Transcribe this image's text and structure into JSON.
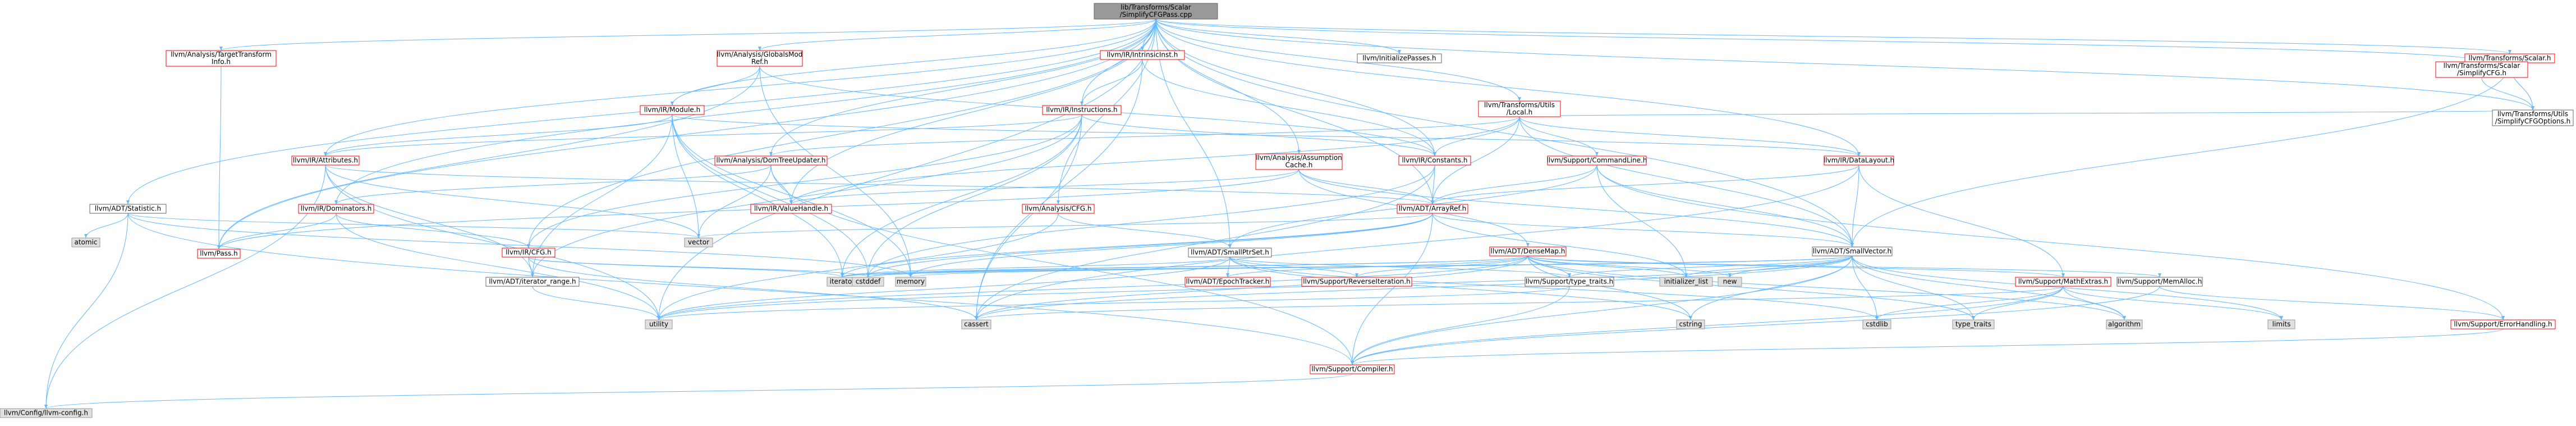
{
  "colors": {
    "root_fill": "#999999",
    "linked_fill": "#ffffff",
    "linked_border": "#ff0000",
    "system_fill": "#e0e0e0",
    "system_border": "#999999",
    "edge": "#63b8ff"
  },
  "nodes": [
    {
      "id": "root",
      "lines": [
        "lib/Transforms/Scalar",
        "/SimplifyCFGPass.cpp"
      ],
      "kind": "root"
    },
    {
      "id": "target_transform_info",
      "lines": [
        "llvm/Analysis/TargetTransform",
        "Info.h"
      ],
      "kind": "linked"
    },
    {
      "id": "globals_mod_ref",
      "lines": [
        "llvm/Analysis/GlobalsMod",
        "Ref.h"
      ],
      "kind": "linked"
    },
    {
      "id": "intrinsic_inst",
      "lines": [
        "llvm/IR/IntrinsicInst.h"
      ],
      "kind": "linked"
    },
    {
      "id": "initialize_passes",
      "lines": [
        "llvm/InitializePasses.h"
      ],
      "kind": "plain"
    },
    {
      "id": "transforms_scalar",
      "lines": [
        "llvm/Transforms/Scalar.h"
      ],
      "kind": "linked"
    },
    {
      "id": "scalar_simplify_cfg",
      "lines": [
        "llvm/Transforms/Scalar",
        "/SimplifyCFG.h"
      ],
      "kind": "linked"
    },
    {
      "id": "ir_module",
      "lines": [
        "llvm/IR/Module.h"
      ],
      "kind": "linked"
    },
    {
      "id": "ir_instructions",
      "lines": [
        "llvm/IR/Instructions.h"
      ],
      "kind": "linked"
    },
    {
      "id": "utils_local",
      "lines": [
        "llvm/Transforms/Utils",
        "/Local.h"
      ],
      "kind": "linked"
    },
    {
      "id": "simplify_cfg_options",
      "lines": [
        "llvm/Transforms/Utils",
        "/SimplifyCFGOptions.h"
      ],
      "kind": "plain"
    },
    {
      "id": "ir_attributes",
      "lines": [
        "llvm/IR/Attributes.h"
      ],
      "kind": "linked"
    },
    {
      "id": "dom_tree_updater",
      "lines": [
        "llvm/Analysis/DomTreeUpdater.h"
      ],
      "kind": "linked"
    },
    {
      "id": "assumption_cache",
      "lines": [
        "llvm/Analysis/Assumption",
        "Cache.h"
      ],
      "kind": "linked"
    },
    {
      "id": "ir_constants",
      "lines": [
        "llvm/IR/Constants.h"
      ],
      "kind": "linked"
    },
    {
      "id": "command_line",
      "lines": [
        "llvm/Support/CommandLine.h"
      ],
      "kind": "linked"
    },
    {
      "id": "data_layout",
      "lines": [
        "llvm/IR/DataLayout.h"
      ],
      "kind": "linked"
    },
    {
      "id": "adt_statistic",
      "lines": [
        "llvm/ADT/Statistic.h"
      ],
      "kind": "plain"
    },
    {
      "id": "ir_dominators",
      "lines": [
        "llvm/IR/Dominators.h"
      ],
      "kind": "linked"
    },
    {
      "id": "ir_value_handle",
      "lines": [
        "llvm/IR/ValueHandle.h"
      ],
      "kind": "linked"
    },
    {
      "id": "analysis_cfg",
      "lines": [
        "llvm/Analysis/CFG.h"
      ],
      "kind": "linked"
    },
    {
      "id": "adt_array_ref",
      "lines": [
        "llvm/ADT/ArrayRef.h"
      ],
      "kind": "linked"
    },
    {
      "id": "atomic",
      "lines": [
        "atomic"
      ],
      "kind": "system"
    },
    {
      "id": "pass",
      "lines": [
        "llvm/Pass.h"
      ],
      "kind": "linked"
    },
    {
      "id": "vector",
      "lines": [
        "vector"
      ],
      "kind": "system"
    },
    {
      "id": "ir_cfg",
      "lines": [
        "llvm/IR/CFG.h"
      ],
      "kind": "linked"
    },
    {
      "id": "small_ptr_set",
      "lines": [
        "llvm/ADT/SmallPtrSet.h"
      ],
      "kind": "plain"
    },
    {
      "id": "dense_map",
      "lines": [
        "llvm/ADT/DenseMap.h"
      ],
      "kind": "linked"
    },
    {
      "id": "small_vector",
      "lines": [
        "llvm/ADT/SmallVector.h"
      ],
      "kind": "plain"
    },
    {
      "id": "iterator_range",
      "lines": [
        "llvm/ADT/iterator_range.h"
      ],
      "kind": "plain"
    },
    {
      "id": "iterator",
      "lines": [
        "iterator"
      ],
      "kind": "system"
    },
    {
      "id": "cstddef",
      "lines": [
        "cstddef"
      ],
      "kind": "system"
    },
    {
      "id": "memory",
      "lines": [
        "memory"
      ],
      "kind": "system"
    },
    {
      "id": "epoch_tracker",
      "lines": [
        "llvm/ADT/EpochTracker.h"
      ],
      "kind": "linked"
    },
    {
      "id": "reverse_iteration",
      "lines": [
        "llvm/Support/ReverseIteration.h"
      ],
      "kind": "linked"
    },
    {
      "id": "type_traits_h",
      "lines": [
        "llvm/Support/type_traits.h"
      ],
      "kind": "plain"
    },
    {
      "id": "initializer_list",
      "lines": [
        "initializer_list"
      ],
      "kind": "system"
    },
    {
      "id": "new",
      "lines": [
        "new"
      ],
      "kind": "system"
    },
    {
      "id": "math_extras",
      "lines": [
        "llvm/Support/MathExtras.h"
      ],
      "kind": "linked"
    },
    {
      "id": "mem_alloc",
      "lines": [
        "llvm/Support/MemAlloc.h"
      ],
      "kind": "plain"
    },
    {
      "id": "utility",
      "lines": [
        "utility"
      ],
      "kind": "system"
    },
    {
      "id": "cassert",
      "lines": [
        "cassert"
      ],
      "kind": "system"
    },
    {
      "id": "cstring",
      "lines": [
        "cstring"
      ],
      "kind": "system"
    },
    {
      "id": "cstdlib",
      "lines": [
        "cstdlib"
      ],
      "kind": "system"
    },
    {
      "id": "type_traits",
      "lines": [
        "type_traits"
      ],
      "kind": "system"
    },
    {
      "id": "algorithm",
      "lines": [
        "algorithm"
      ],
      "kind": "system"
    },
    {
      "id": "limits",
      "lines": [
        "limits"
      ],
      "kind": "system"
    },
    {
      "id": "error_handling",
      "lines": [
        "llvm/Support/ErrorHandling.h"
      ],
      "kind": "linked"
    },
    {
      "id": "compiler",
      "lines": [
        "llvm/Support/Compiler.h"
      ],
      "kind": "linked"
    },
    {
      "id": "llvm_config",
      "lines": [
        "llvm/Config/llvm-config.h"
      ],
      "kind": "system"
    }
  ],
  "edges": [
    [
      "root",
      "target_transform_info"
    ],
    [
      "root",
      "globals_mod_ref"
    ],
    [
      "root",
      "intrinsic_inst"
    ],
    [
      "root",
      "initialize_passes"
    ],
    [
      "root",
      "transforms_scalar"
    ],
    [
      "root",
      "scalar_simplify_cfg"
    ],
    [
      "root",
      "ir_module"
    ],
    [
      "root",
      "ir_instructions"
    ],
    [
      "root",
      "utils_local"
    ],
    [
      "root",
      "simplify_cfg_options"
    ],
    [
      "root",
      "ir_attributes"
    ],
    [
      "root",
      "dom_tree_updater"
    ],
    [
      "root",
      "assumption_cache"
    ],
    [
      "root",
      "ir_constants"
    ],
    [
      "root",
      "data_layout"
    ],
    [
      "root",
      "adt_statistic"
    ],
    [
      "root",
      "ir_dominators"
    ],
    [
      "root",
      "ir_value_handle"
    ],
    [
      "root",
      "analysis_cfg"
    ],
    [
      "root",
      "adt_array_ref"
    ],
    [
      "root",
      "pass"
    ],
    [
      "root",
      "ir_cfg"
    ],
    [
      "root",
      "small_ptr_set"
    ],
    [
      "root",
      "small_vector"
    ],
    [
      "root",
      "utility"
    ],
    [
      "target_transform_info",
      "pass"
    ],
    [
      "globals_mod_ref",
      "ir_module"
    ],
    [
      "globals_mod_ref",
      "ir_constants"
    ],
    [
      "globals_mod_ref",
      "pass"
    ],
    [
      "globals_mod_ref",
      "memory"
    ],
    [
      "intrinsic_inst",
      "ir_instructions"
    ],
    [
      "intrinsic_inst",
      "ir_constants"
    ],
    [
      "intrinsic_inst",
      "cassert"
    ],
    [
      "transforms_scalar",
      "simplify_cfg_options"
    ],
    [
      "transforms_scalar",
      "small_vector"
    ],
    [
      "scalar_simplify_cfg",
      "simplify_cfg_options"
    ],
    [
      "ir_module",
      "ir_attributes"
    ],
    [
      "ir_module",
      "data_layout"
    ],
    [
      "ir_module",
      "iterator_range"
    ],
    [
      "ir_module",
      "vector"
    ],
    [
      "ir_module",
      "cstddef"
    ],
    [
      "ir_module",
      "memory"
    ],
    [
      "ir_module",
      "iterator"
    ],
    [
      "ir_instructions",
      "ir_attributes"
    ],
    [
      "ir_instructions",
      "ir_constants"
    ],
    [
      "ir_instructions",
      "ir_cfg"
    ],
    [
      "ir_instructions",
      "iterator_range"
    ],
    [
      "ir_instructions",
      "cassert"
    ],
    [
      "ir_instructions",
      "cstddef"
    ],
    [
      "ir_instructions",
      "iterator"
    ],
    [
      "utils_local",
      "command_line"
    ],
    [
      "utils_local",
      "ir_constants"
    ],
    [
      "utils_local",
      "data_layout"
    ],
    [
      "utils_local",
      "dom_tree_updater"
    ],
    [
      "utils_local",
      "ir_value_handle"
    ],
    [
      "utils_local",
      "adt_array_ref"
    ],
    [
      "utils_local",
      "small_vector"
    ],
    [
      "utils_local",
      "simplify_cfg_options"
    ],
    [
      "ir_attributes",
      "adt_array_ref"
    ],
    [
      "ir_attributes",
      "iterator_range"
    ],
    [
      "ir_attributes",
      "utility"
    ],
    [
      "ir_attributes",
      "llvm_config"
    ],
    [
      "ir_attributes",
      "vector"
    ],
    [
      "dom_tree_updater",
      "ir_dominators"
    ],
    [
      "dom_tree_updater",
      "ir_value_handle"
    ],
    [
      "dom_tree_updater",
      "compiler"
    ],
    [
      "dom_tree_updater",
      "vector"
    ],
    [
      "assumption_cache",
      "adt_array_ref"
    ],
    [
      "assumption_cache",
      "dense_map"
    ],
    [
      "assumption_cache",
      "small_vector"
    ],
    [
      "assumption_cache",
      "ir_value_handle"
    ],
    [
      "assumption_cache",
      "pass"
    ],
    [
      "ir_constants",
      "adt_array_ref"
    ],
    [
      "ir_constants",
      "cassert"
    ],
    [
      "ir_constants",
      "cstddef"
    ],
    [
      "command_line",
      "adt_array_ref"
    ],
    [
      "command_line",
      "small_ptr_set"
    ],
    [
      "command_line",
      "small_vector"
    ],
    [
      "command_line",
      "error_handling"
    ],
    [
      "command_line",
      "initializer_list"
    ],
    [
      "data_layout",
      "adt_array_ref"
    ],
    [
      "data_layout",
      "small_vector"
    ],
    [
      "data_layout",
      "math_extras"
    ],
    [
      "data_layout",
      "cassert"
    ],
    [
      "adt_statistic",
      "atomic"
    ],
    [
      "adt_statistic",
      "memory"
    ],
    [
      "adt_statistic",
      "vector"
    ],
    [
      "adt_statistic",
      "compiler"
    ],
    [
      "adt_statistic",
      "llvm_config"
    ],
    [
      "ir_dominators",
      "ir_cfg"
    ],
    [
      "ir_dominators",
      "pass"
    ],
    [
      "ir_dominators",
      "utility"
    ],
    [
      "analysis_cfg",
      "small_ptr_set"
    ],
    [
      "analysis_cfg",
      "utility"
    ],
    [
      "adt_array_ref",
      "small_vector"
    ],
    [
      "adt_array_ref",
      "compiler"
    ],
    [
      "adt_array_ref",
      "memory"
    ],
    [
      "adt_array_ref",
      "vector"
    ],
    [
      "adt_array_ref",
      "iterator"
    ],
    [
      "adt_array_ref",
      "cstddef"
    ],
    [
      "adt_array_ref",
      "initializer_list"
    ],
    [
      "ir_cfg",
      "iterator_range"
    ],
    [
      "ir_cfg",
      "iterator"
    ],
    [
      "ir_cfg",
      "cassert"
    ],
    [
      "ir_cfg",
      "cstddef"
    ],
    [
      "small_ptr_set",
      "epoch_tracker"
    ],
    [
      "small_ptr_set",
      "reverse_iteration"
    ],
    [
      "small_ptr_set",
      "type_traits_h"
    ],
    [
      "small_ptr_set",
      "cstring"
    ],
    [
      "small_ptr_set",
      "cstdlib"
    ],
    [
      "small_ptr_set",
      "iterator"
    ],
    [
      "small_ptr_set",
      "utility"
    ],
    [
      "dense_map",
      "epoch_tracker"
    ],
    [
      "dense_map",
      "math_extras"
    ],
    [
      "dense_map",
      "mem_alloc"
    ],
    [
      "dense_map",
      "reverse_iteration"
    ],
    [
      "dense_map",
      "type_traits_h"
    ],
    [
      "dense_map",
      "algorithm"
    ],
    [
      "dense_map",
      "cassert"
    ],
    [
      "dense_map",
      "cstddef"
    ],
    [
      "dense_map",
      "cstring"
    ],
    [
      "dense_map",
      "initializer_list"
    ],
    [
      "dense_map",
      "iterator"
    ],
    [
      "dense_map",
      "new"
    ],
    [
      "dense_map",
      "type_traits"
    ],
    [
      "dense_map",
      "utility"
    ],
    [
      "small_vector",
      "compiler"
    ],
    [
      "small_vector",
      "type_traits_h"
    ],
    [
      "small_vector",
      "algorithm"
    ],
    [
      "small_vector",
      "cassert"
    ],
    [
      "small_vector",
      "cstddef"
    ],
    [
      "small_vector",
      "cstdlib"
    ],
    [
      "small_vector",
      "cstring"
    ],
    [
      "small_vector",
      "functional"
    ],
    [
      "small_vector",
      "initializer_list"
    ],
    [
      "small_vector",
      "iterator"
    ],
    [
      "small_vector",
      "limits"
    ],
    [
      "small_vector",
      "memory"
    ],
    [
      "small_vector",
      "new"
    ],
    [
      "small_vector",
      "type_traits"
    ],
    [
      "small_vector",
      "utility"
    ],
    [
      "iterator_range",
      "utility"
    ],
    [
      "type_traits_h",
      "compiler"
    ],
    [
      "type_traits_h",
      "utility"
    ],
    [
      "math_extras",
      "compiler"
    ],
    [
      "math_extras",
      "algorithm"
    ],
    [
      "math_extras",
      "cassert"
    ],
    [
      "math_extras",
      "cstdlib"
    ],
    [
      "math_extras",
      "limits"
    ],
    [
      "math_extras",
      "type_traits"
    ],
    [
      "mem_alloc",
      "compiler"
    ],
    [
      "mem_alloc",
      "error_handling"
    ],
    [
      "error_handling",
      "compiler"
    ],
    [
      "compiler",
      "llvm_config"
    ]
  ]
}
